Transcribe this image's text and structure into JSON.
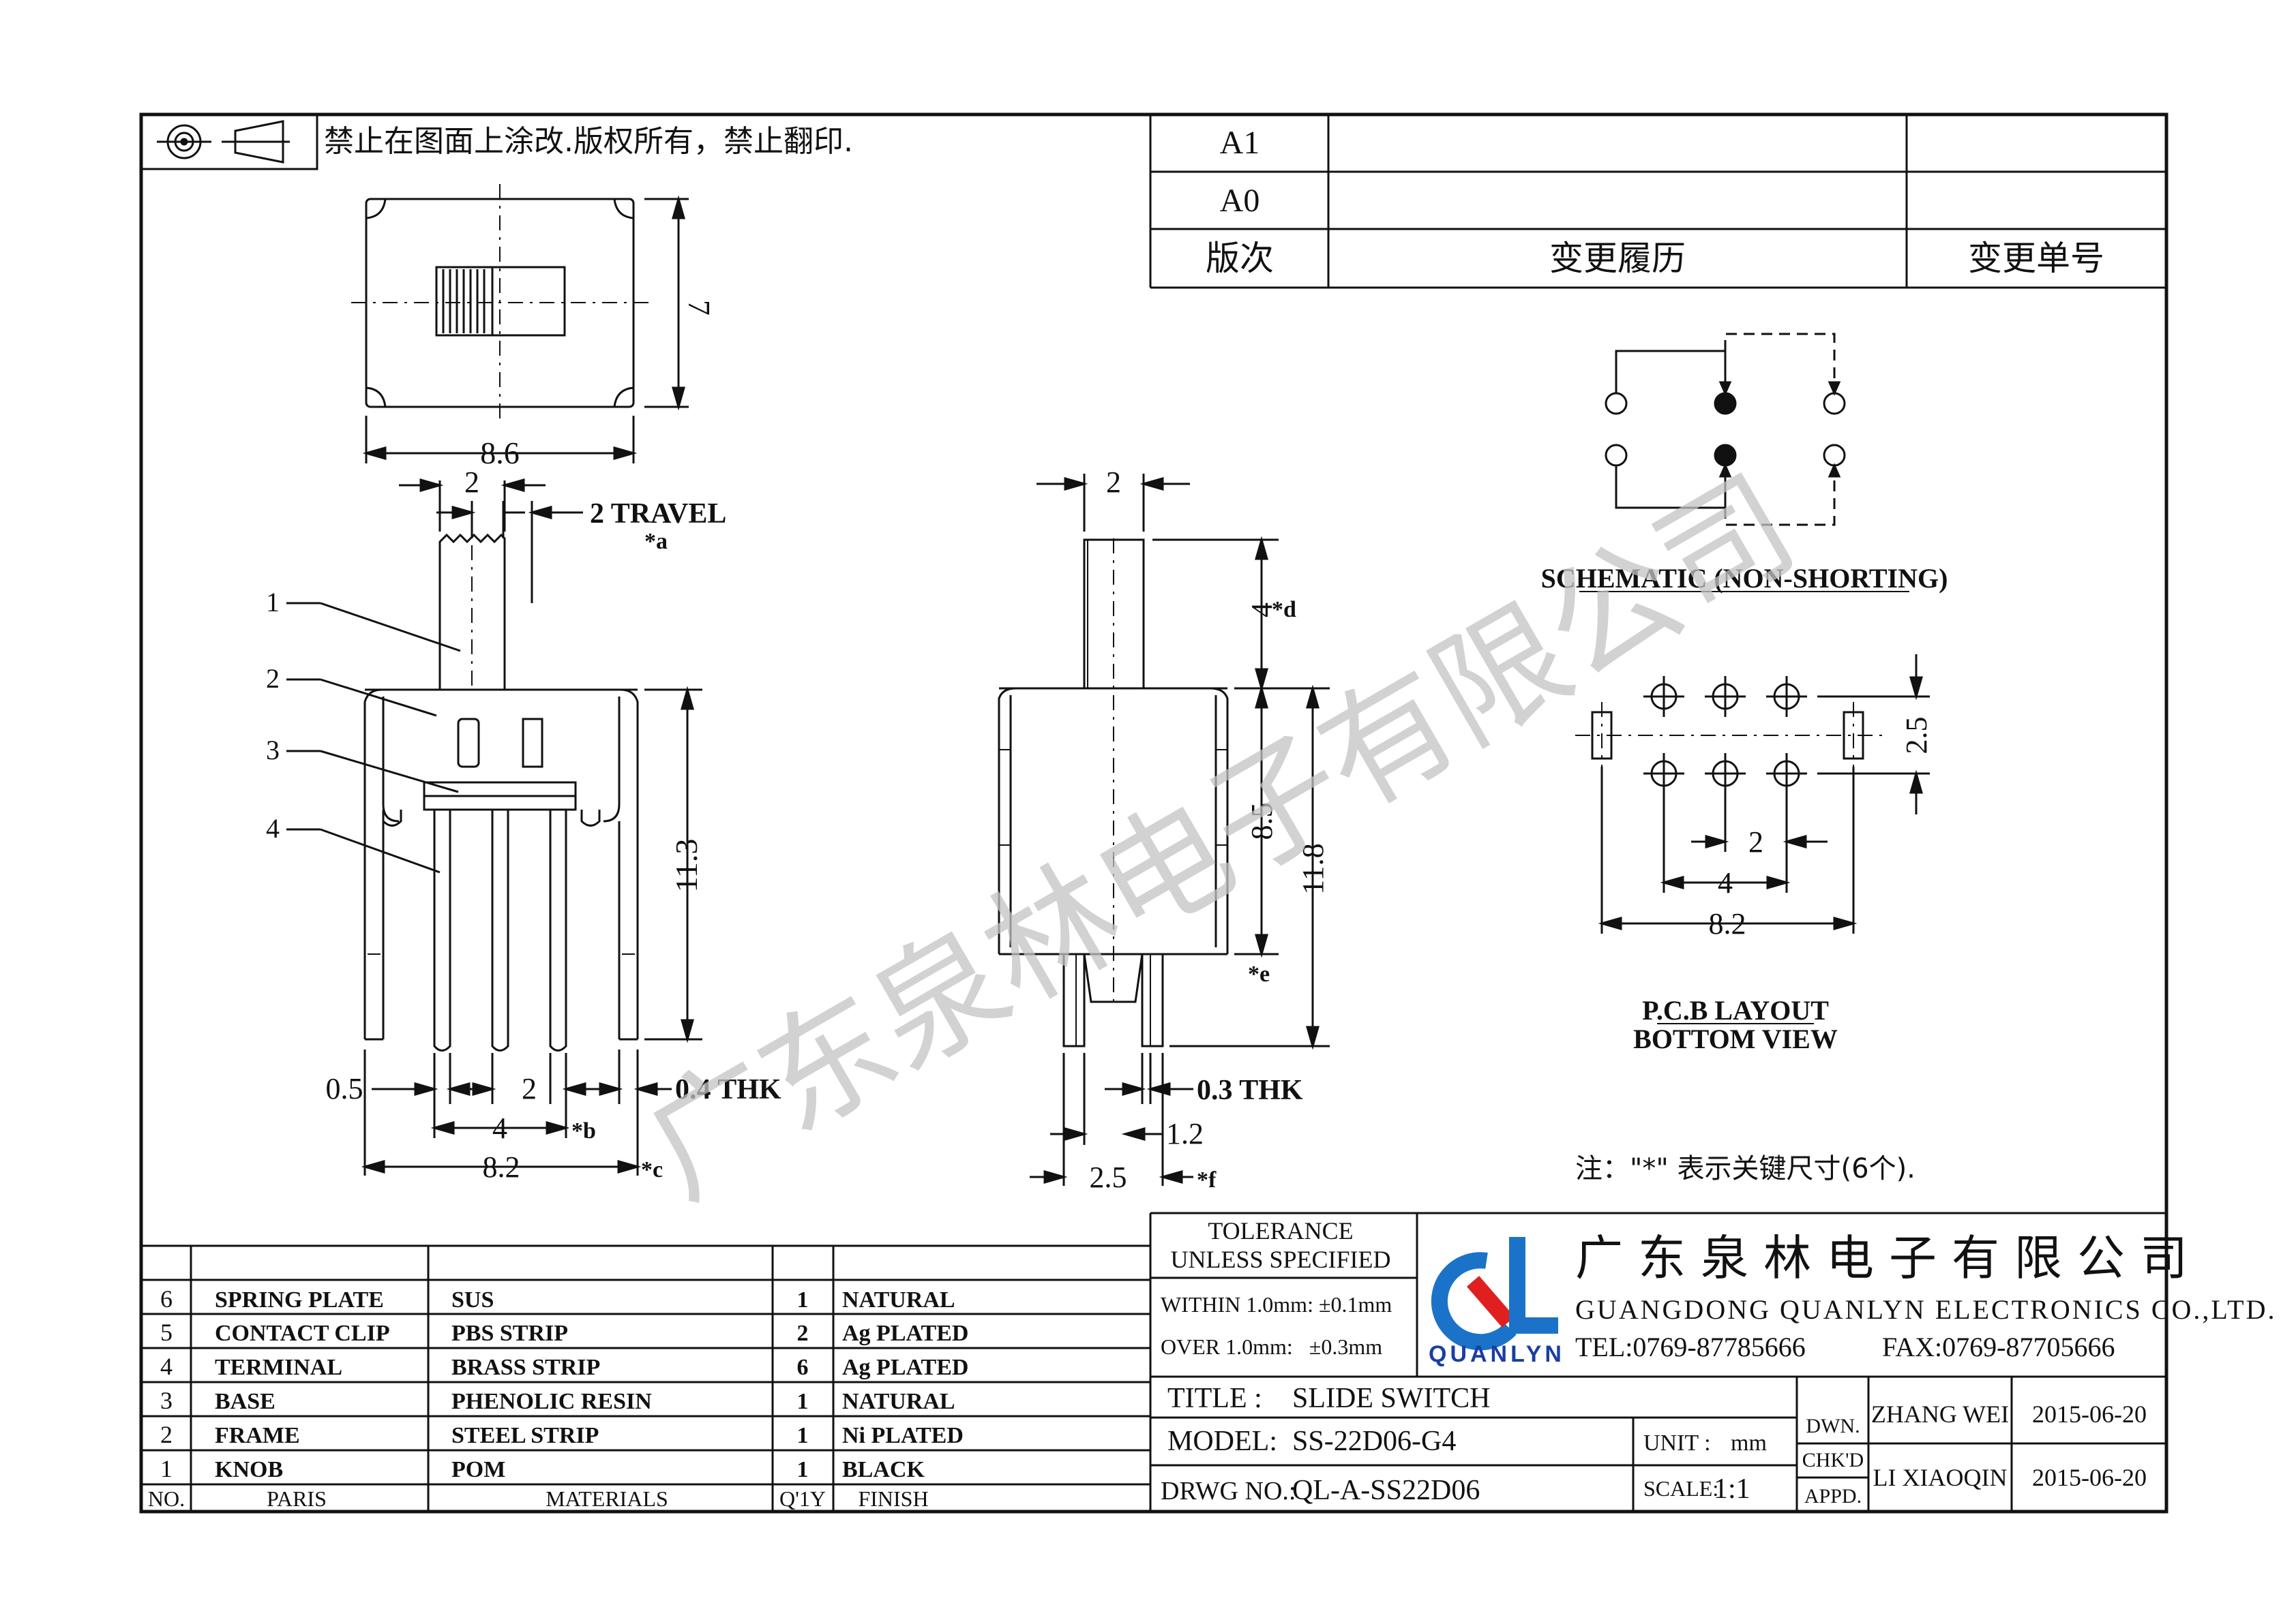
{
  "notice": {
    "text": "禁止在图面上涂改.版权所有，禁止翻印."
  },
  "revision": {
    "rows": [
      "A1",
      "A0"
    ],
    "header": {
      "version": "版次",
      "history": "变更履历",
      "change_no": "变更单号"
    }
  },
  "drawing": {
    "top_view": {
      "width": "8.6",
      "height": "7"
    },
    "front_view": {
      "knob_width": "2",
      "travel": "2 TRAVEL",
      "travel_mark": "*a",
      "height": "11.3",
      "pin_offset": "0.5",
      "pin_pitch": "2",
      "thickness": "0.4 THK",
      "pin_span": "4",
      "pin_span_mark": "*b",
      "width": "8.2",
      "width_mark": "*c",
      "callouts": [
        "1",
        "2",
        "3",
        "4"
      ]
    },
    "side_view": {
      "knob_width": "2",
      "knob_height": "4",
      "knob_height_mark": "*d",
      "body_height": "8.5",
      "body_height_mark": "*e",
      "total_height": "11.8",
      "thickness": "0.3 THK",
      "pin_width": "1.2",
      "pin_span": "2.5",
      "pin_span_mark": "*f"
    },
    "schematic": {
      "label": "SCHEMATIC (NON-SHORTING)"
    },
    "pcb": {
      "row_pitch": "2.5",
      "pitch": "2",
      "span": "4",
      "total": "8.2",
      "label_line1": "P.C.B LAYOUT",
      "label_line2": "BOTTOM VIEW"
    },
    "note": "注：\"*\"  表示关键尺寸(6个)."
  },
  "watermark": "广东泉林电子有限公司",
  "bom": {
    "rows": [
      {
        "no": "6",
        "part": "SPRING PLATE",
        "material": "SUS",
        "qty": "1",
        "finish": "NATURAL"
      },
      {
        "no": "5",
        "part": "CONTACT CLIP",
        "material": "PBS STRIP",
        "qty": "2",
        "finish": "Ag PLATED"
      },
      {
        "no": "4",
        "part": "TERMINAL",
        "material": "BRASS STRIP",
        "qty": "6",
        "finish": "Ag PLATED"
      },
      {
        "no": "3",
        "part": "BASE",
        "material": "PHENOLIC RESIN",
        "qty": "1",
        "finish": "NATURAL"
      },
      {
        "no": "2",
        "part": "FRAME",
        "material": "STEEL STRIP",
        "qty": "1",
        "finish": "Ni PLATED"
      },
      {
        "no": "1",
        "part": "KNOB",
        "material": "POM",
        "qty": "1",
        "finish": "BLACK"
      }
    ],
    "header": {
      "no": "NO.",
      "part": "PARIS",
      "material": "MATERIALS",
      "qty": "Q'1Y",
      "finish": "FINISH"
    }
  },
  "tolerance": {
    "title1": "TOLERANCE",
    "title2": "UNLESS SPECIFIED",
    "within": "WITHIN 1.0mm: ±0.1mm",
    "over": "OVER 1.0mm:   ±0.3mm"
  },
  "company": {
    "logo_text": "QUANLYN",
    "name_cn": "广东泉林电子有限公司",
    "name_en": "GUANGDONG QUANLYN ELECTRONICS CO.,LTD.",
    "tel": "TEL:0769-87785666",
    "fax": "FAX:0769-87705666",
    "logo_blue": "#1a73c8",
    "logo_red": "#e02020"
  },
  "title_block": {
    "title_label": "TITLE :",
    "title_value": "SLIDE SWITCH",
    "model_label": "MODEL:",
    "model_value": "SS-22D06-G4",
    "drwg_label": "DRWG NO.:",
    "drwg_value": "QL-A-SS22D06",
    "unit_label": "UNIT :",
    "unit_value": "mm",
    "scale_label": "SCALE:",
    "scale_value": "1:1",
    "dwn_label": "DWN.",
    "chkd_label": "CHK'D",
    "appd_label": "APPD.",
    "drawn_by": "ZHANG WEI",
    "drawn_date": "2015-06-20",
    "checked_by": "LI XIAOQIN",
    "checked_date": "2015-06-20"
  }
}
